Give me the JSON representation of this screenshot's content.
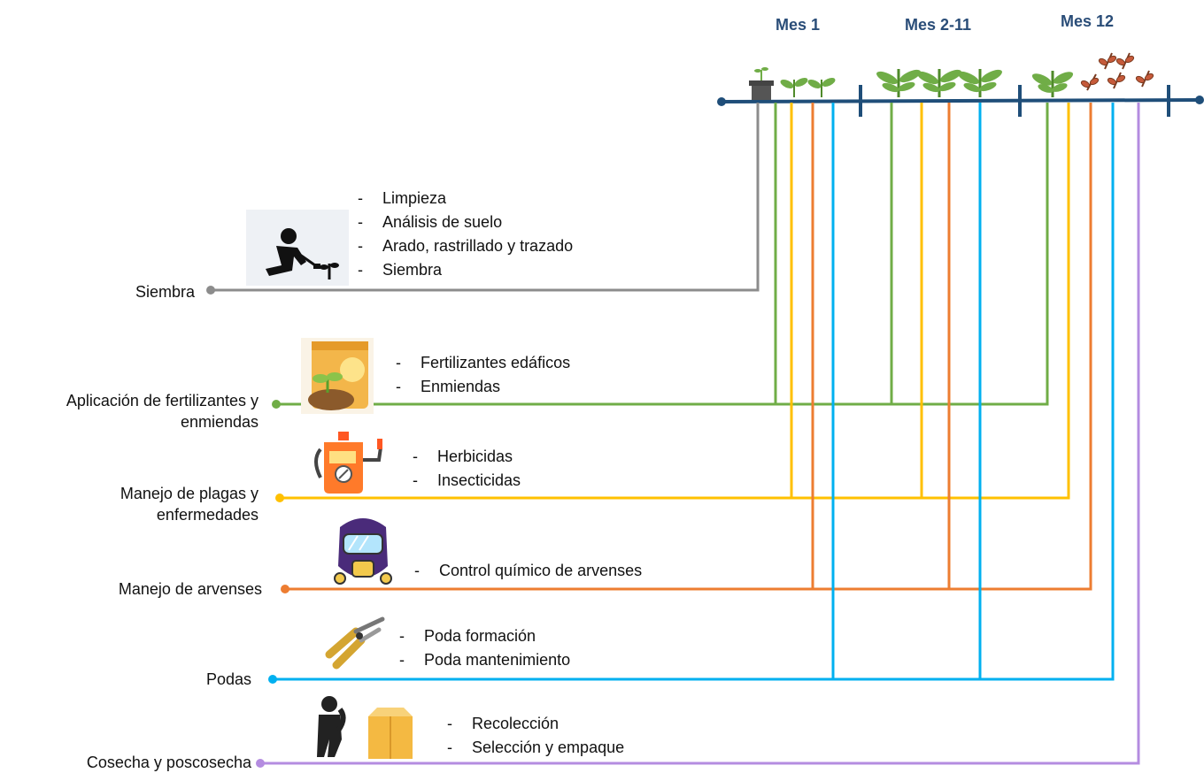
{
  "timeline": {
    "months": [
      "Mes 1",
      "Mes 2-11",
      "Mes 12"
    ],
    "axis_color": "#1f4e79"
  },
  "stages": [
    {
      "id": "siembra",
      "label": "Siembra",
      "color": "#8c8c8c",
      "icon": "planting-person-icon",
      "tasks": [
        "Limpieza",
        "Análisis de suelo",
        "Arado, rastrillado y trazado",
        "Siembra"
      ]
    },
    {
      "id": "fertilizantes",
      "label": "Aplicación de fertilizantes y enmiendas",
      "color": "#70ad47",
      "icon": "fertilizer-bag-icon",
      "tasks": [
        "Fertilizantes edáficos",
        "Enmiendas"
      ]
    },
    {
      "id": "plagas",
      "label": "Manejo de plagas y enfermedades",
      "color": "#ffc000",
      "icon": "sprayer-icon",
      "tasks": [
        "Herbicidas",
        "Insecticidas"
      ]
    },
    {
      "id": "arvenses",
      "label": "Manejo de arvenses",
      "color": "#ed7d31",
      "icon": "gas-mask-icon",
      "tasks": [
        "Control químico de arvenses"
      ]
    },
    {
      "id": "podas",
      "label": "Podas",
      "color": "#00b0f0",
      "icon": "pruning-shears-icon",
      "tasks": [
        "Poda formación",
        "Poda mantenimiento"
      ]
    },
    {
      "id": "cosecha",
      "label": "Cosecha y poscosecha",
      "color": "#b48ce0",
      "icon": "harvest-box-icon",
      "tasks": [
        "Recolección",
        "Selección y empaque"
      ]
    }
  ]
}
